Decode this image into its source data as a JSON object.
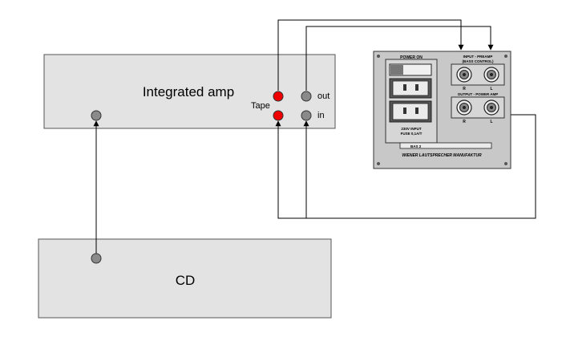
{
  "amp": {
    "title": "Integrated amp",
    "tape_label": "Tape",
    "out_label": "out",
    "in_label": "in"
  },
  "cd": {
    "title": "CD"
  },
  "panel": {
    "power_label": "POWER  ON",
    "input_label": "INPUT - PREAMP",
    "input_sub": "(BASS CONTROL)",
    "output_label": "OUTPUT - POWER AMP",
    "right": "R",
    "left": "L",
    "voltage_label": "230V INPUT",
    "fuse_label": "FUSE 0,1A/T",
    "model_label": "BAS 2",
    "maker_label": "WIENER LAUTSPRECHER MANUFAKTUR"
  },
  "colors": {
    "box_fill": "#e3e3e3",
    "panel_fill": "#c8c8c8",
    "jack_grey": "#8a8a8a",
    "jack_red": "#ee0000"
  }
}
